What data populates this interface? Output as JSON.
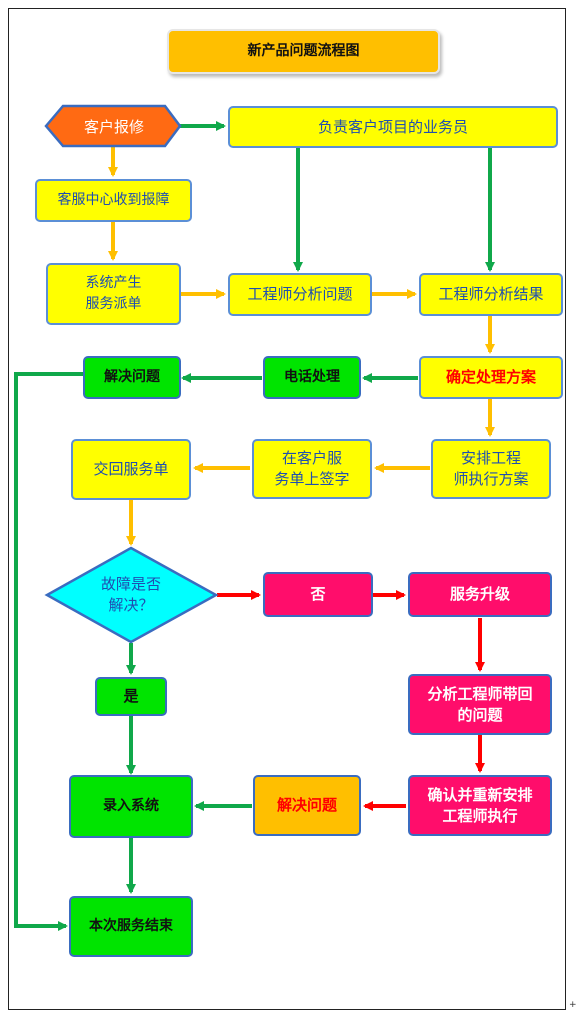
{
  "title": "新产品问题流程图",
  "nodes": {
    "customer_report": "客户报修",
    "sales_rep": "负责客户项目的业务员",
    "service_center": "客服中心收到报障",
    "system_dispatch": "系统产生\n服务派单",
    "engineer_analyze": "工程师分析问题",
    "engineer_result": "工程师分析结果",
    "confirm_plan": "确定处理方案",
    "phone_handle": "电话处理",
    "solve_left": "解决问题",
    "arrange_engineer": "安排工程\n师执行方案",
    "sign_service": "在客户服\n务单上签字",
    "return_service": "交回服务单",
    "fault_solved": "故障是否\n解决？",
    "no": "否",
    "upgrade": "服务升级",
    "analyze_return": "分析工程师带回\n的问题",
    "reconfirm": "确认并重新安排\n工程师执行",
    "solve_right": "解决问题",
    "yes": "是",
    "enter_system": "录入系统",
    "service_end": "本次服务结束"
  },
  "colors": {
    "yellow": "#ffff00",
    "green": "#00e400",
    "magenta": "#ff0d6b",
    "orange": "#ffbf00",
    "cyan": "#00ffff",
    "arrow_green": "#10a84a",
    "arrow_orange": "#ffbf00",
    "arrow_red": "#ff0000"
  }
}
